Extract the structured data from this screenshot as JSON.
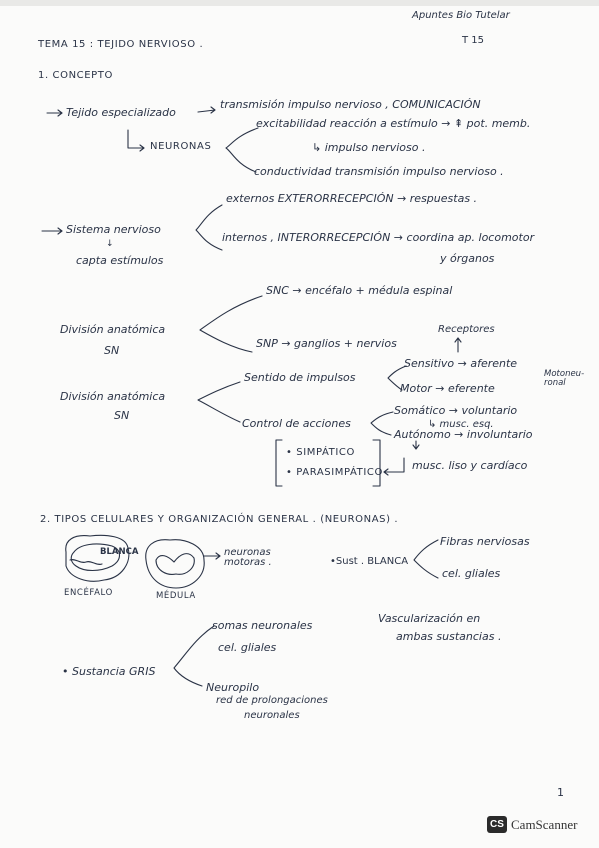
{
  "header": {
    "title": "TEMA 15 : TEJIDO NERVIOSO .",
    "notes_label": "Apuntes Bio Tutelar",
    "topic_code": "T 15"
  },
  "section1": {
    "heading": "1. CONCEPTO",
    "tejido": {
      "label": "Tejido especializado",
      "transmision": "transmisión impulso nervioso , COMUNICACIÓN",
      "neuronas": "NEURONAS",
      "excitabilidad": "excitabilidad reacción a estímulo → ⇞ pot. memb.",
      "impulso": "↳ impulso nervioso .",
      "conductividad": "conductividad transmisión impulso nervioso ."
    },
    "sistema": {
      "label": "Sistema nervioso",
      "arrow_mark": "↓",
      "capta": "capta estímulos",
      "externos": "externos EXTERORRECEPCIÓN → respuestas .",
      "internos": "internos , INTERORRECEPCIÓN → coordina ap. locomotor",
      "organos": "y órganos"
    },
    "division_anatomica": {
      "label": "División anatómica",
      "sub": "SN",
      "snc": "SNC → encéfalo + médula espinal",
      "snp": "SNP → ganglios + nervios",
      "receptores": "Receptores"
    },
    "division_funcional": {
      "label": "División anatómica",
      "sub": "SN",
      "sentido": "Sentido de impulsos",
      "sensitivo": "Sensitivo → aferente",
      "motor": "Motor → eferente",
      "motoneuronal": "Motoneu-ronal",
      "control": "Control de acciones",
      "somatico": "Somático → voluntario",
      "musc_esq": "↳ musc. esq.",
      "autonomo": "Autónomo → involuntario",
      "musc_liso": "musc. liso y cardíaco",
      "simpatico": "• SIMPÁTICO",
      "parasimpatico": "• PARASIMPÁTICO"
    }
  },
  "section2": {
    "heading": "2. TIPOS CELULARES Y ORGANIZACIÓN GENERAL . (NEURONAS) .",
    "encefalo_caption": "ENCÉFALO",
    "encefalo_tag": "BLANCA",
    "medula_caption": "MÉDULA",
    "neuronas_motoras": "neuronas motoras .",
    "sust_blanca": "•Sust . BLANCA",
    "fibras": "Fibras nerviosas",
    "cel_gliales_b": "cel. gliales",
    "vascularizacion": "Vascularización en",
    "ambas": "ambas sustancias .",
    "sust_gris": "• Sustancia GRIS",
    "somas": "somas neuronales",
    "cel_gliales_g": "cel. gliales",
    "neuropilo": "Neuropilo",
    "red": "red de prolongaciones",
    "red2": "neuronales"
  },
  "footer": {
    "page_number": "1",
    "scanner_logo": "CS",
    "scanner_name": "CamScanner"
  }
}
